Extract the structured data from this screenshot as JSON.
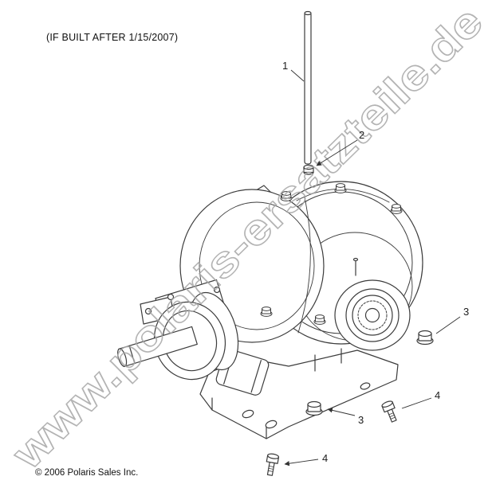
{
  "page": {
    "note": "(IF BUILT AFTER 1/15/2007)",
    "copyright": "© 2006 Polaris Sales Inc.",
    "watermark": "www.polaris-ersatzteile.de"
  },
  "colors": {
    "background": "#ffffff",
    "line": "#3c3c3c",
    "watermark": "#a6a6a6",
    "callout_text": "#1c1c1c"
  },
  "callouts": [
    {
      "label": "1"
    },
    {
      "label": "2"
    },
    {
      "label": "3"
    },
    {
      "label": "3"
    },
    {
      "label": "4"
    },
    {
      "label": "4"
    }
  ]
}
